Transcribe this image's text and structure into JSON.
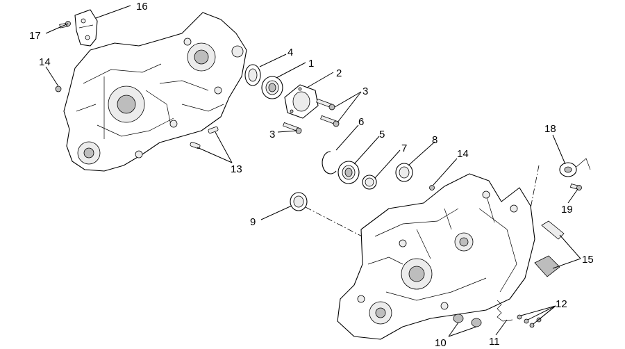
{
  "callouts": {
    "c1": "1",
    "c2": "2",
    "c3a": "3",
    "c3b": "3",
    "c4": "4",
    "c5": "5",
    "c6": "6",
    "c7": "7",
    "c8": "8",
    "c9": "9",
    "c10": "10",
    "c11": "11",
    "c12": "12",
    "c13": "13",
    "c14a": "14",
    "c14b": "14",
    "c15": "15",
    "c16": "16",
    "c17": "17",
    "c18": "18",
    "c19": "19"
  }
}
